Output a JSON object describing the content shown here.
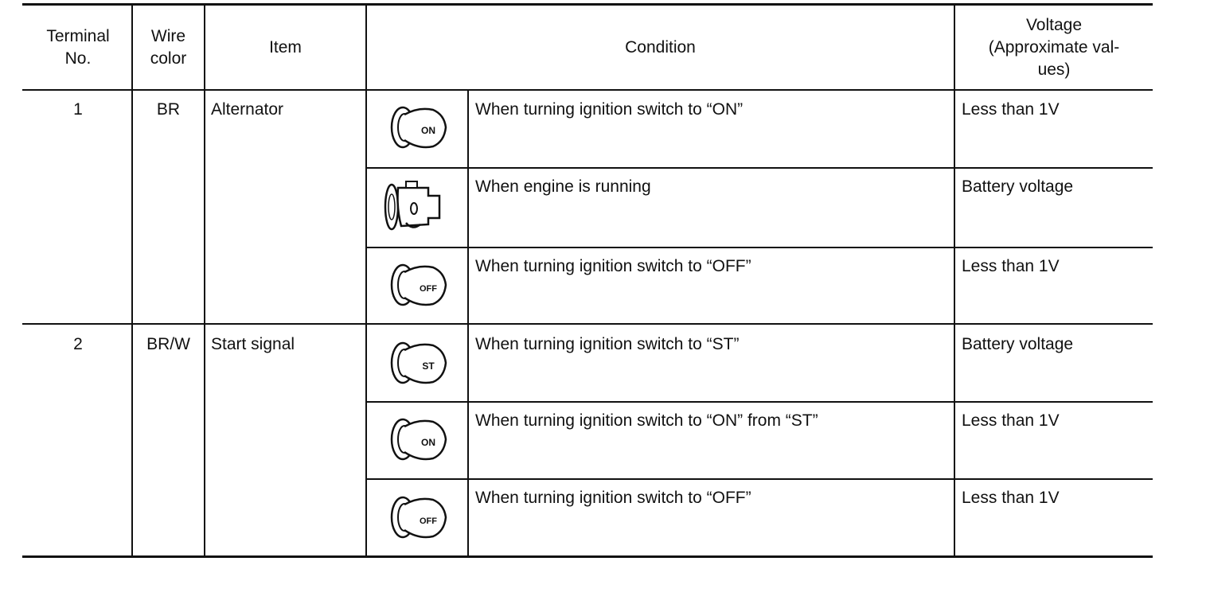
{
  "table": {
    "headers": {
      "terminal": [
        "Terminal",
        "No."
      ],
      "wire_color": [
        "Wire",
        "color"
      ],
      "item": "Item",
      "condition": "Condition",
      "voltage": [
        "Voltage",
        "(Approximate val-",
        "ues)"
      ]
    },
    "groups": [
      {
        "terminal": "1",
        "wire_color": "BR",
        "item": "Alternator",
        "rows": [
          {
            "icon": "ignition-key-on-icon",
            "icon_label": "ON",
            "condition": "When turning ignition switch to “ON”",
            "voltage": "Less than 1V"
          },
          {
            "icon": "engine-running-icon",
            "icon_label": "",
            "condition": "When engine is running",
            "voltage": "Battery voltage"
          },
          {
            "icon": "ignition-key-off-icon",
            "icon_label": "OFF",
            "condition": "When turning ignition switch to “OFF”",
            "voltage": "Less than 1V"
          }
        ]
      },
      {
        "terminal": "2",
        "wire_color": "BR/W",
        "item": "Start signal",
        "rows": [
          {
            "icon": "ignition-key-st-icon",
            "icon_label": "ST",
            "condition": "When turning ignition switch to “ST”",
            "voltage": "Battery voltage"
          },
          {
            "icon": "ignition-key-on-icon",
            "icon_label": "ON",
            "condition": "When turning ignition switch to “ON” from “ST”",
            "voltage": "Less than 1V"
          },
          {
            "icon": "ignition-key-off-icon",
            "icon_label": "OFF",
            "condition": "When turning ignition switch to “OFF”",
            "voltage": "Less than 1V"
          }
        ]
      }
    ]
  }
}
